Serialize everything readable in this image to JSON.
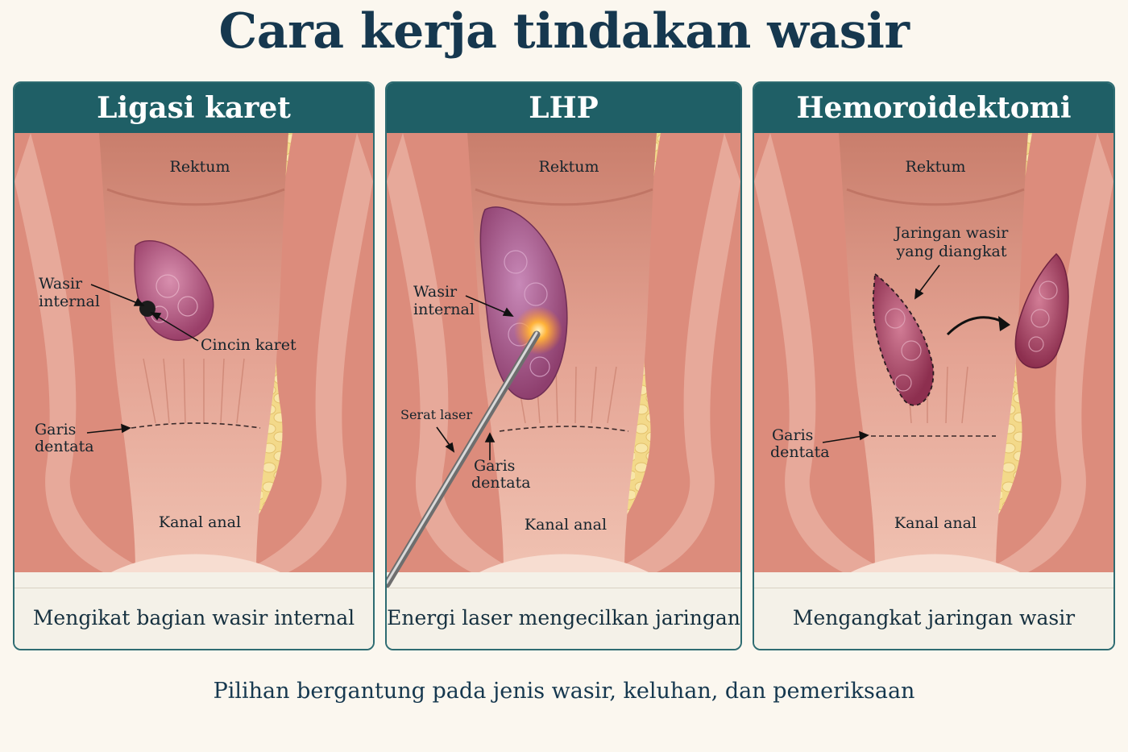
{
  "title": "Cara kerja tindakan wasir",
  "panels": [
    {
      "header": "Ligasi karet",
      "labels": {
        "rectum": "Rektum",
        "internal_hemorrhoid_line1": "Wasir",
        "internal_hemorrhoid_line2": "internal",
        "rubber_band": "Cincin karet",
        "dentate_line1": "Garis",
        "dentate_line2": "dentata",
        "anal_canal": "Kanal anal"
      },
      "caption": "Mengikat bagian wasir internal"
    },
    {
      "header": "LHP",
      "labels": {
        "rectum": "Rektum",
        "internal_hemorrhoid_line1": "Wasir",
        "internal_hemorrhoid_line2": "internal",
        "laser_fiber": "Serat laser",
        "dentate_line1": "Garis",
        "dentate_line2": "dentata",
        "anal_canal": "Kanal anal"
      },
      "caption": "Energi laser mengecilkan jaringan"
    },
    {
      "header": "Hemoroidektomi",
      "labels": {
        "rectum": "Rektum",
        "removed_tissue_line1": "Jaringan wasir",
        "removed_tissue_line2": "yang diangkat",
        "dentate_line1": "Garis",
        "dentate_line2": "dentata",
        "anal_canal": "Kanal anal"
      },
      "caption": "Mengangkat jaringan wasir"
    }
  ],
  "footer": "Pilihan bergantung pada jenis wasir, keluhan, dan pemeriksaan",
  "colors": {
    "header_bg": "#1f5f66",
    "title_text": "#16384f",
    "tissue_pink": "#e9a797",
    "muscle_red": "#d98170",
    "fat_yellow": "#f5dc8f",
    "hemorrhoid_purple": "#b65a86"
  }
}
